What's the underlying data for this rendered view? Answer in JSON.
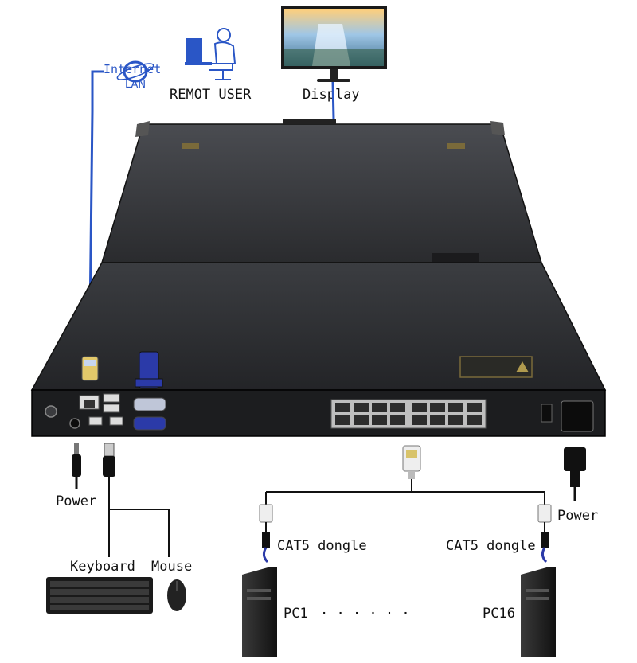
{
  "labels": {
    "internet": "Internet",
    "lan": "LAN",
    "remote_user": "REMOT USER",
    "display": "Display",
    "power_left": "Power",
    "keyboard": "Keyboard",
    "mouse": "Mouse",
    "cat5_left": "CAT5 dongle",
    "cat5_right": "CAT5 dongle",
    "pc1": "PC1",
    "dots": "· · · · · ·",
    "pc16": "PC16",
    "power_right": "Power"
  },
  "colors": {
    "cable_blue": "#2a56c6",
    "chassis": "#2b2d30",
    "chassis_top": "#3a3c40",
    "front_panel": "#1c1d1f",
    "vga_blue": "#2b3aa8"
  }
}
